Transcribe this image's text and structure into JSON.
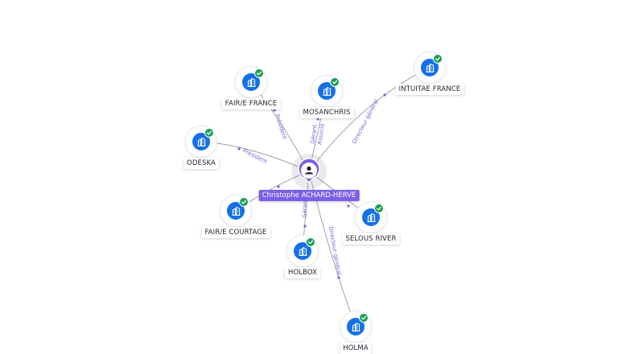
{
  "person": {
    "name": "Christophe ACHARD-HERVE",
    "icon": "person-icon",
    "color": "#7c5fe6"
  },
  "companies": [
    {
      "id": "fairfrance",
      "name": "FAIR/E FRANCE",
      "status": "verified",
      "role": "Président"
    },
    {
      "id": "mosanchris",
      "name": "MOSANCHRIS",
      "status": "verified",
      "role": "Gérant Associé"
    },
    {
      "id": "intuitae",
      "name": "INTUITAE FRANCE",
      "status": "verified",
      "role": "Directeur général"
    },
    {
      "id": "odeska",
      "name": "ODESKA",
      "status": "verified",
      "role": "Président"
    },
    {
      "id": "fairecourtage",
      "name": "FAIR/E COURTAGE",
      "status": "verified",
      "role": ""
    },
    {
      "id": "holbox",
      "name": "HOLBOX",
      "status": "verified",
      "role": "Gérant"
    },
    {
      "id": "selous",
      "name": "SELOUS RIVER",
      "status": "verified",
      "role": ""
    },
    {
      "id": "holma",
      "name": "HOLMA",
      "status": "verified",
      "role": "Directeur général"
    }
  ],
  "edge_labels": {
    "fairfrance": [
      "Président"
    ],
    "mosanchris": [
      "Gérant",
      "Associé"
    ],
    "intuitae": [
      "Directeur général"
    ],
    "odeska": [
      "Président"
    ],
    "holbox": [
      "Gérant"
    ],
    "holma": [
      "Directeur général"
    ]
  },
  "icons": {
    "company": "building-icon",
    "status": "check-badge-icon"
  },
  "colors": {
    "company_disc": "#1570e8",
    "verified_badge": "#1f9d55",
    "edge_label": "#7367d9"
  }
}
